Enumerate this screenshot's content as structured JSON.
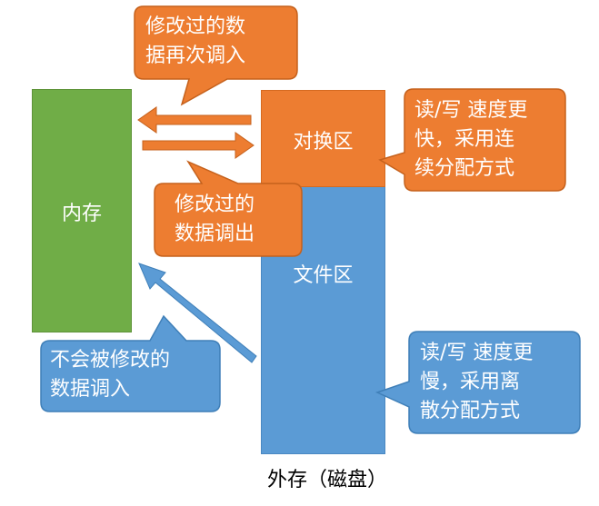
{
  "blocks": {
    "memory": "内存",
    "swap_area": "对换区",
    "file_area": "文件区"
  },
  "callouts": {
    "swap_in": "修改过的数\n据再次调入",
    "swap_out": "修改过的\n数据调出",
    "unmodified_in": "不会被修改的\n数据调入",
    "swap_speed": "读/写 速度更\n快，采用连\n续分配方式",
    "file_speed": "读/写 速度更\n慢，采用离\n散分配方式"
  },
  "caption": "外存（磁盘）",
  "colors": {
    "orange": "#ed7d31",
    "green": "#70ad47",
    "blue": "#5b9bd5"
  }
}
